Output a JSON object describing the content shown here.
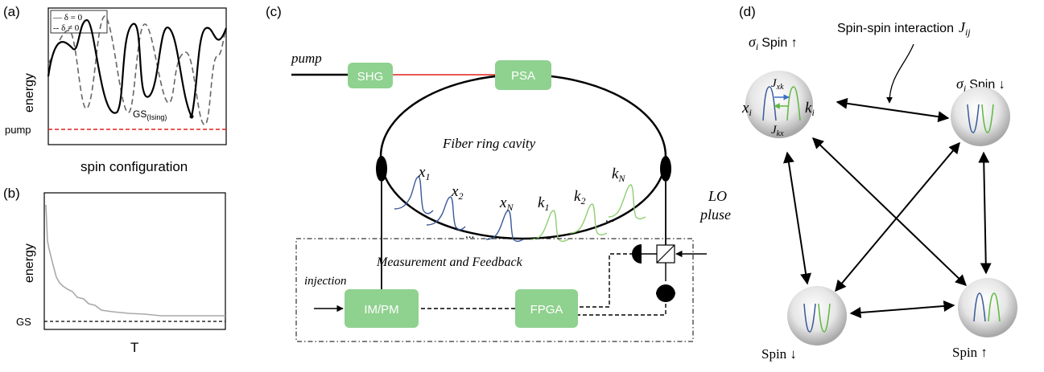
{
  "panel_a": {
    "label": "(a)",
    "legend": {
      "solid": "— δ = 0",
      "dashed": "-- δ ≠ 0"
    },
    "ylabel": "energy",
    "xlabel": "spin configuration",
    "pump_label": "pump",
    "gs_label": "GS",
    "gs_sub": "(Ising)",
    "colors": {
      "pump_line": "#e0201b",
      "solid": "#000000",
      "dashed": "#666666"
    }
  },
  "panel_b": {
    "label": "(b)",
    "ylabel": "energy",
    "gs_label": "GS",
    "xlabel": "T",
    "colors": {
      "trace": "#a9a9a9"
    }
  },
  "panel_c": {
    "label": "(c)",
    "pump": "pump",
    "shg": "SHG",
    "psa": "PSA",
    "cavity": "Fiber ring cavity",
    "pulses_x": [
      "x1",
      "x2",
      "xN"
    ],
    "pulses_k": [
      "k1",
      "k2",
      "kN"
    ],
    "x_base": "x",
    "k_base": "k",
    "sub_1": "1",
    "sub_2": "2",
    "sub_N": "N",
    "dots": "...",
    "lo_line1": "LO",
    "lo_line2": "pluse",
    "measure": "Measurement and Feedback",
    "injection": "injection",
    "impm": "IM/PM",
    "fpga": "FPGA",
    "colors": {
      "box": "#8fd18f",
      "red_link": "#e0201b",
      "pulse_blue": "#3a5a9a",
      "pulse_green": "#8fce72"
    }
  },
  "panel_d": {
    "label": "(d)",
    "interaction": "Spin-spin interaction",
    "interaction_sym": "J",
    "interaction_sub": "ij",
    "spin_i_sym": "σ",
    "spin_i_sub": "i",
    "spin_i_text": "Spin ↑",
    "spin_j_sym": "σ",
    "spin_j_sub": "j",
    "spin_j_text": "Spin ↓",
    "x_i": "x",
    "x_sub": "i",
    "k_i": "k",
    "k_sub": "i",
    "jxk": "J",
    "jxk_sub": "xk",
    "jkx": "J",
    "jkx_sub": "kx",
    "spin_down": "Spin ↓",
    "spin_up": "Spin ↑"
  }
}
